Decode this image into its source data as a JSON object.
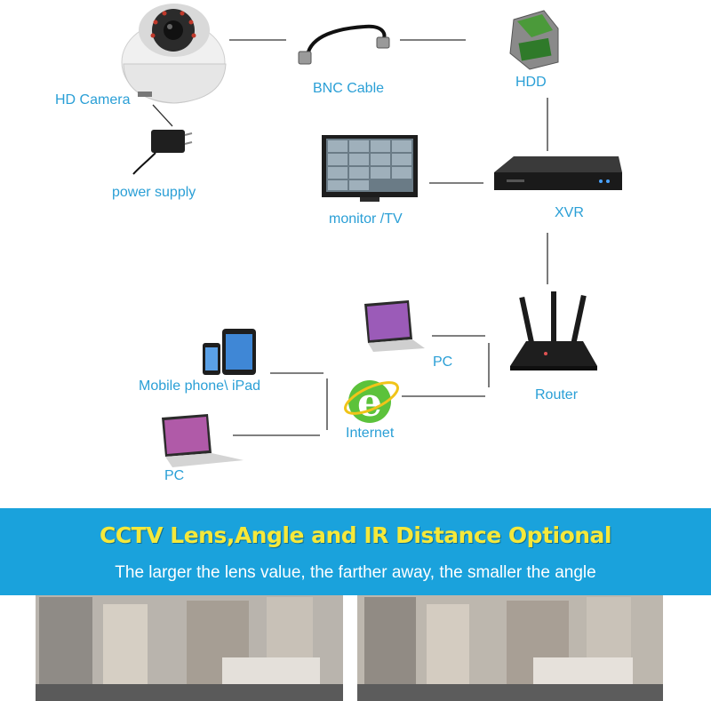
{
  "diagram": {
    "labels": {
      "hd_camera": "HD Camera",
      "bnc_cable": "BNC Cable",
      "hdd": "HDD",
      "power_supply": "power supply",
      "monitor_tv": "monitor /TV",
      "xvr": "XVR",
      "pc_top": "PC",
      "router": "Router",
      "mobile": "Mobile phone\\ iPad",
      "internet": "Internet",
      "pc_bottom": "PC"
    },
    "colors": {
      "label": "#2a9fd6",
      "line": "#333333",
      "banner": "#1aa2dc",
      "banner_title": "#f5e83a"
    }
  },
  "banner": {
    "title": "CCTV Lens,Angle and IR Distance Optional",
    "subtitle": "The larger the lens value, the farther away, the smaller the angle"
  }
}
